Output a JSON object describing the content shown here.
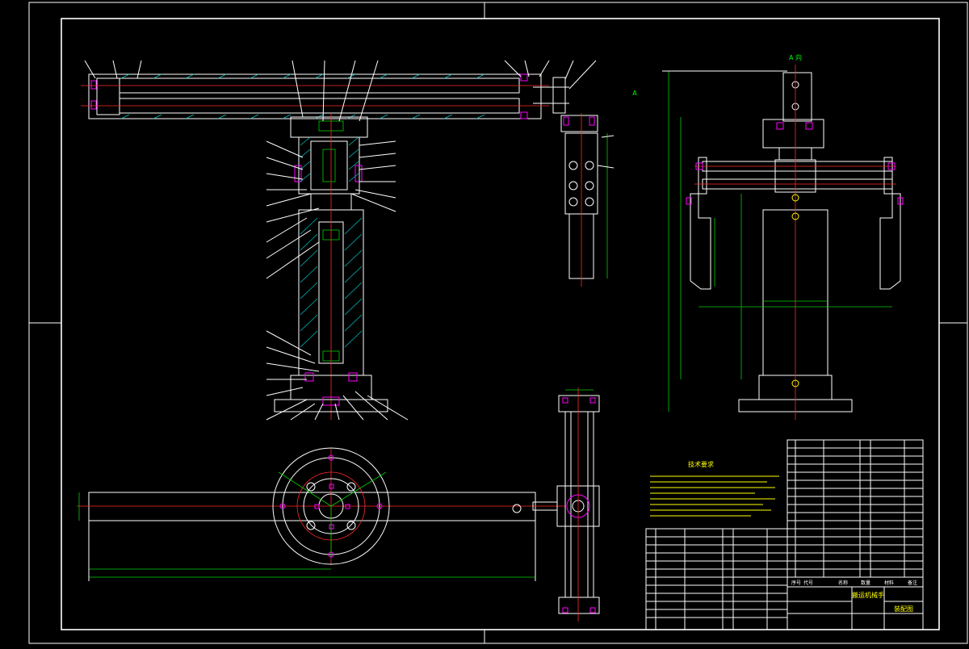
{
  "drawing": {
    "colors": {
      "background": "#000000",
      "outline": "#ffffff",
      "centerline": "#ff2a2a",
      "dimension": "#00d000",
      "hatch": "#00c8c8",
      "fastener": "#ff00ff",
      "table_text": "#ffff00"
    },
    "top_view_label": "A 向",
    "section_mark": "A",
    "tech_requirements_title": "技术要求",
    "title_block_name": "搬运机械手",
    "title_block_drawing": "装配图",
    "title_block_headers": [
      "序号",
      "代号",
      "名称",
      "数量",
      "材料",
      "备注"
    ]
  }
}
